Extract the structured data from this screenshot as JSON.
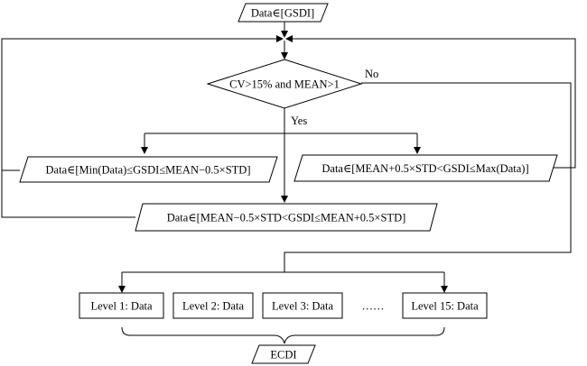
{
  "diagram": {
    "input": "Data∈[GSDI]",
    "decision": "CV>15% and MEAN>1",
    "branch_yes": "Yes",
    "branch_no": "No",
    "left_class": "Data∈[Min(Data)≤GSDI≤MEAN−0.5×STD]",
    "right_class": "Data∈[MEAN+0.5×STD<GSDI≤Max(Data)]",
    "middle_class": "Data∈[MEAN−0.5×STD<GSDI≤MEAN+0.5×STD]",
    "levels": [
      "Level 1: Data",
      "Level 2: Data",
      "Level 3: Data",
      "Level 15: Data"
    ],
    "ellipsis": "……",
    "output": "ECDI"
  }
}
